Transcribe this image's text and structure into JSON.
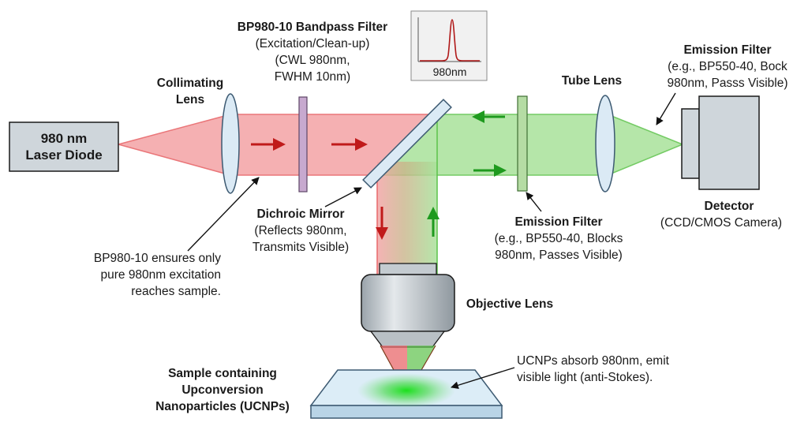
{
  "colors": {
    "excitation": "#e8686b",
    "excitation_fill": "#f4a8aa",
    "emission": "#5cc24a",
    "emission_fill": "#a9e29b",
    "arrow_red": "#c01a1a",
    "arrow_green": "#1e9a1e",
    "component_gray": "#cfd6db",
    "lens_blue": "#dbeaf5",
    "filter_purple": "#c7a9cf",
    "glow": "#22d422"
  },
  "laser": {
    "line1": "980 nm",
    "line2": "Laser Diode"
  },
  "collimating_lens": {
    "line1": "Collimating",
    "line2": "Lens"
  },
  "bandpass_filter": {
    "title": "BP980-10 Bandpass Filter",
    "line2": "(Excitation/Clean-up)",
    "line3": "(CWL 980nm,",
    "line4": "FWHM 10nm)",
    "inset_label": "980nm"
  },
  "dichroic": {
    "title": "Dichroic Mirror",
    "line2": "(Reflects 980nm,",
    "line3": "Transmits Visible)"
  },
  "note_excitation": {
    "line1": "BP980-10 ensures only",
    "line2": "pure 980nm excitation",
    "line3": "reaches sample."
  },
  "objective": {
    "title": "Objective Lens"
  },
  "sample": {
    "line1": "Sample containing",
    "line2": "Upconversion",
    "line3": "Nanoparticles (UCNPs)"
  },
  "ucnp_note": {
    "line1": "UCNPs absorb 980nm, emit",
    "line2": "visible light (anti-Stokes)."
  },
  "emission_filter_bottom": {
    "title": "Emission Filter",
    "line2": "(e.g., BP550-40, Blocks",
    "line3": "980nm, Passes Visible)"
  },
  "tube_lens": {
    "title": "Tube Lens"
  },
  "emission_filter_top": {
    "title": "Emission Filter",
    "line2": "(e.g., BP550-40, Bock",
    "line3": "980nm, Passs Visible)"
  },
  "detector": {
    "title": "Detector",
    "line2": "(CCD/CMOS Camera)"
  }
}
